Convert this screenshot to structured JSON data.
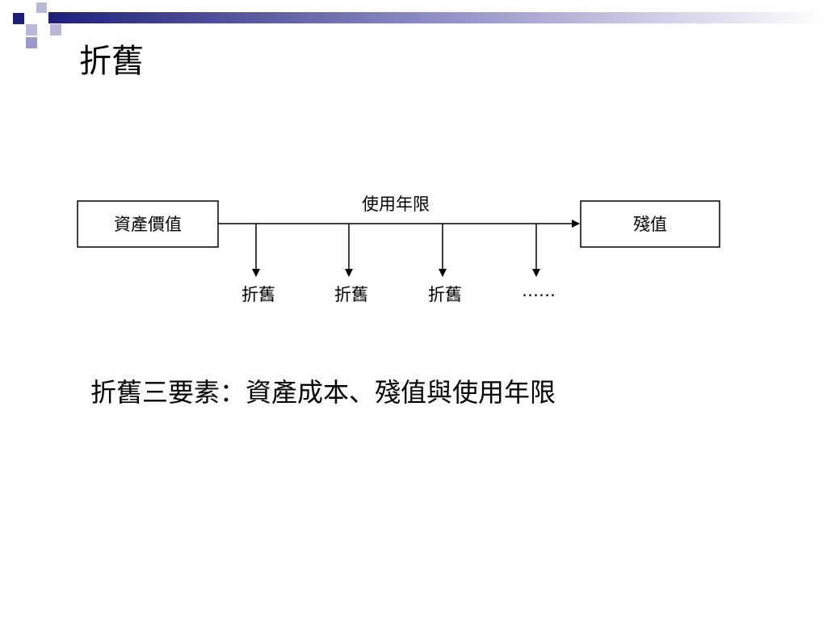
{
  "title": "折舊",
  "diagram": {
    "start_box": "資產價值",
    "end_box": "殘值",
    "timeline_label": "使用年限",
    "depreciation_labels": [
      "折舊",
      "折舊",
      "折舊",
      "……"
    ]
  },
  "summary": "折舊三要素：資產成本、殘值與使用年限",
  "colors": {
    "accent_navy": "#1f1f7a",
    "accent_light": "#9a9acc",
    "line": "#000000"
  }
}
